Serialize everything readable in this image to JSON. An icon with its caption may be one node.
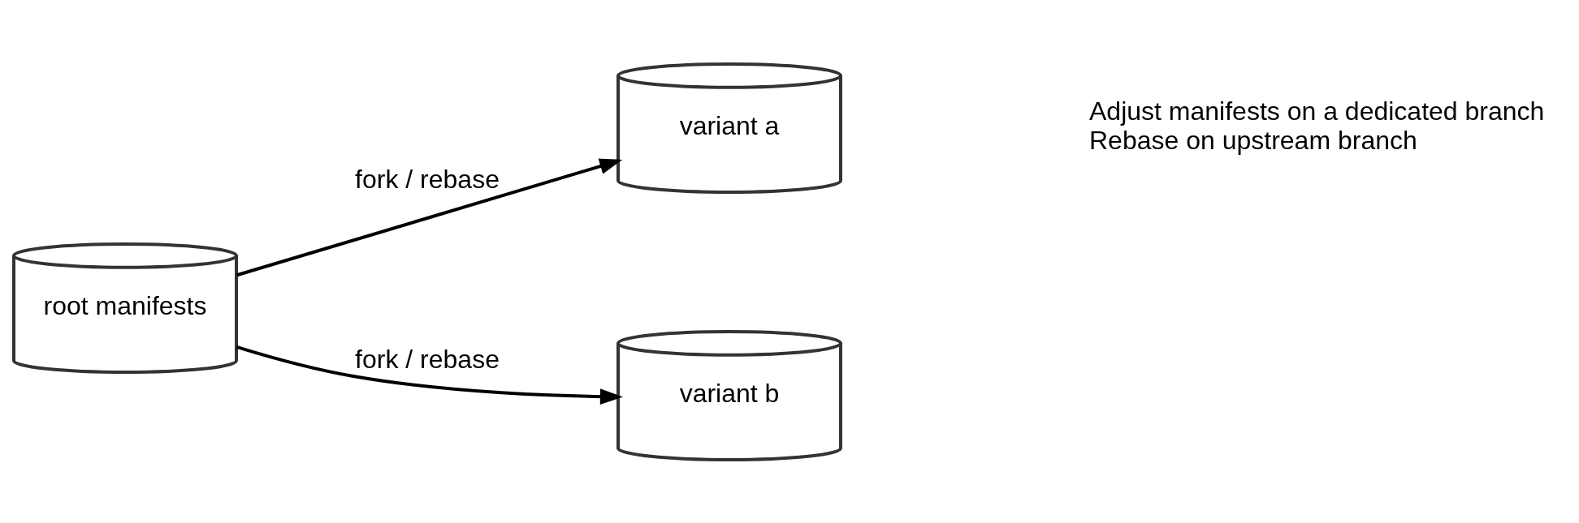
{
  "diagram": {
    "nodes": [
      {
        "text": [
          "root manifests"
        ]
      },
      {
        "text": [
          "variant a"
        ]
      },
      {
        "text": [
          "variant b"
        ]
      }
    ],
    "edges": [
      {
        "from": 0,
        "to": 1,
        "arrow": "to",
        "label": "fork / rebase"
      },
      {
        "from": 0,
        "to": 2,
        "arrow": "to",
        "label": "fork / rebase"
      }
    ],
    "labels": [
      "Adjust manifests on a dedicated branch",
      "Rebase on upstream branch"
    ]
  }
}
